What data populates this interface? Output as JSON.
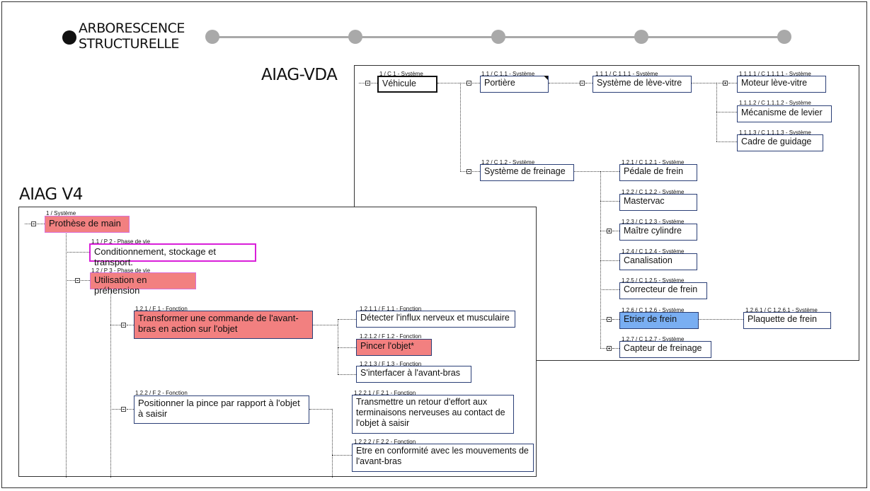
{
  "title": {
    "line1": "ARBORESCENCE",
    "line2": "STRUCTURELLE"
  },
  "vda": {
    "label": "AIAG-VDA",
    "nodes": [
      {
        "cap": "1 / C 1 - Système",
        "text": "Véhicule"
      },
      {
        "cap": "1.1 / C 1.1 - Système",
        "text": "Portière"
      },
      {
        "cap": "1.1.1 / C 1.1.1 - Système",
        "text": "Système de lève-vitre"
      },
      {
        "cap": "1.1.1.1 / C 1.1.1.1 - Système",
        "text": "Moteur lève-vitre"
      },
      {
        "cap": "1.1.1.2 / C 1.1.1.2 - Système",
        "text": "Mécanisme de levier"
      },
      {
        "cap": "1.1.1.3 / C 1.1.1.3 - Système",
        "text": "Cadre de guidage"
      },
      {
        "cap": "1.2 / C 1.2 - Système",
        "text": "Système de freinage"
      },
      {
        "cap": "1.2.1 / C 1.2.1 - Système",
        "text": "Pédale de frein"
      },
      {
        "cap": "1.2.2 / C 1.2.2 - Système",
        "text": "Mastervac"
      },
      {
        "cap": "1.2.3 / C 1.2.3 - Système",
        "text": "Maître cylindre"
      },
      {
        "cap": "1.2.4 / C 1.2.4 - Système",
        "text": "Canalisation"
      },
      {
        "cap": "1.2.5 / C 1.2.5 - Système",
        "text": "Correcteur de frein"
      },
      {
        "cap": "1.2.6 / C 1.2.6 - Système",
        "text": "Etrier de frein"
      },
      {
        "cap": "1.2.6.1 / C 1.2.6.1 - Système",
        "text": "Plaquette de frein"
      },
      {
        "cap": "1.2.7 / C 1.2.7 - Système",
        "text": "Capteur de freinage"
      }
    ]
  },
  "v4": {
    "label": "AIAG V4",
    "nodes": [
      {
        "cap": "1 / Système",
        "text": "Prothèse de main"
      },
      {
        "cap": "1.1 / P 2 - Phase de vie",
        "text": "Conditionnement, stockage et transport."
      },
      {
        "cap": "1.2 / P 3 - Phase de vie",
        "text": "Utilisation en préhension"
      },
      {
        "cap": "1.2.1 / F 1 - Fonction",
        "text": "Transformer une commande de l'avant-bras en action sur l'objet"
      },
      {
        "cap": "1.2.1.1 / F 1.1 - Fonction",
        "text": "Détecter l'influx nerveux et musculaire"
      },
      {
        "cap": "1.2.1.2 / F 1.2 - Fonction",
        "text": "Pincer l'objet*"
      },
      {
        "cap": "1.2.1.3 / F 1.3 - Fonction",
        "text": "S'interfacer à l'avant-bras"
      },
      {
        "cap": "1.2.2 / F 2 - Fonction",
        "text": "Positionner la pince par rapport à l'objet à saisir"
      },
      {
        "cap": "1.2.2.1 / F 2.1 - Fonction",
        "text": "Transmettre un retour d'effort aux terminaisons nerveuses au contact de l'objet à saisir"
      },
      {
        "cap": "1.2.2.2 / F 2.2 - Fonction",
        "text": "Etre en conformité avec les mouvements de l'avant-bras"
      }
    ]
  }
}
